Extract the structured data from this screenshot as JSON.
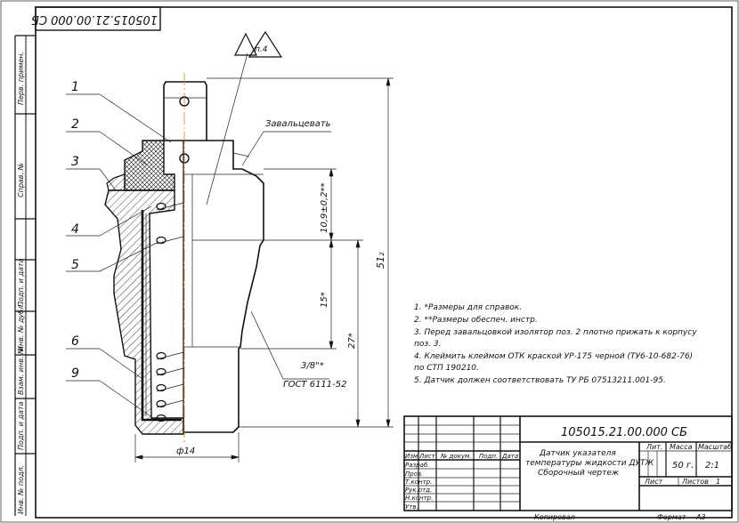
{
  "drawing_number_stamp": "105015.21.00.000 СБ",
  "left_margin_labels": [
    "Перв. примен.",
    "Справ. №",
    "Подп. и дата",
    "Инв. № дубл.",
    "Взам. инв. №",
    "Подп. и дата",
    "Инв. № подл."
  ],
  "callouts": [
    "1",
    "2",
    "3",
    "4",
    "5",
    "6",
    "9"
  ],
  "labels": {
    "item_ref": "п.4",
    "solder": "Завальцевать",
    "thread": "3/8\"*",
    "thread_std": "ГОСТ 6111-52"
  },
  "dimensions": {
    "d1": "10,9±0,2**",
    "d2": "15*",
    "d3": "27*",
    "d4": "51₂",
    "d5": "ф14"
  },
  "notes": [
    "1. *Размеры для справок.",
    "2. **Размеры обеспеч. инстр.",
    "3. Перед завальцовкой изолятор поз. 2 плотно прижать к корпусу",
    "поз. 3.",
    "4. Клеймить клеймом ОТК краской УР-175 черной (ТУ6-10-682-76)",
    "по СТП 190210.",
    "5. Датчик должен соответствовать ТУ РБ 07513211.001-95."
  ],
  "title_block": {
    "designation": "105015.21.00.000 СБ",
    "name_line1": "Датчик указателя",
    "name_line2": "температуры жидкости ДУТЖ",
    "name_line3": "Сборочный чертеж",
    "col_lit": "Лит.",
    "col_mass": "Масса",
    "col_scale": "Масштаб",
    "mass": "50 г.",
    "scale": "2:1",
    "sheet_label": "Лист",
    "sheets_label": "Листов",
    "sheets_value": "1",
    "header_cells": [
      "Изм.",
      "Лист",
      "№ докум.",
      "Подп.",
      "Дата"
    ],
    "rows": [
      "Разраб.",
      "Пров.",
      "Т.контр.",
      "Рук.отд.",
      "Н.контр.",
      "Утв."
    ]
  },
  "footer": {
    "copied": "Копировал",
    "format": "Формат",
    "format_value": "А3"
  }
}
